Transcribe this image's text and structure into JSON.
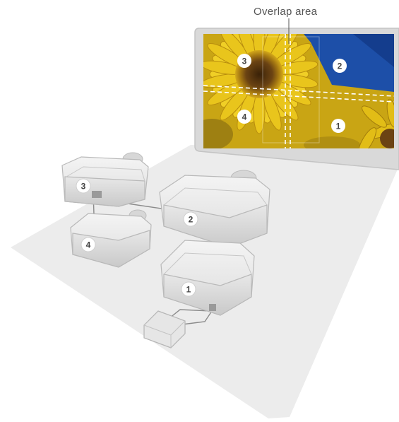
{
  "annotation": {
    "overlap_label": "Overlap area"
  },
  "screen": {
    "quadrants": [
      {
        "number": "3"
      },
      {
        "number": "2"
      },
      {
        "number": "4"
      },
      {
        "number": "1"
      }
    ]
  },
  "projectors": [
    {
      "number": "3"
    },
    {
      "number": "2"
    },
    {
      "number": "4"
    },
    {
      "number": "1"
    }
  ],
  "colors": {
    "floor": "#ececec",
    "screen_frame": "#d9d9d9",
    "projector_body": "#e3e3e3",
    "cable": "#8a8a8a",
    "overlap_lines": "#ffffff",
    "sky": "#1d4fa8",
    "petal": "#e7c31a",
    "center": "#5a3a12"
  },
  "icons": {
    "hub": "signal-splitter-box",
    "badge": "number-circle"
  }
}
